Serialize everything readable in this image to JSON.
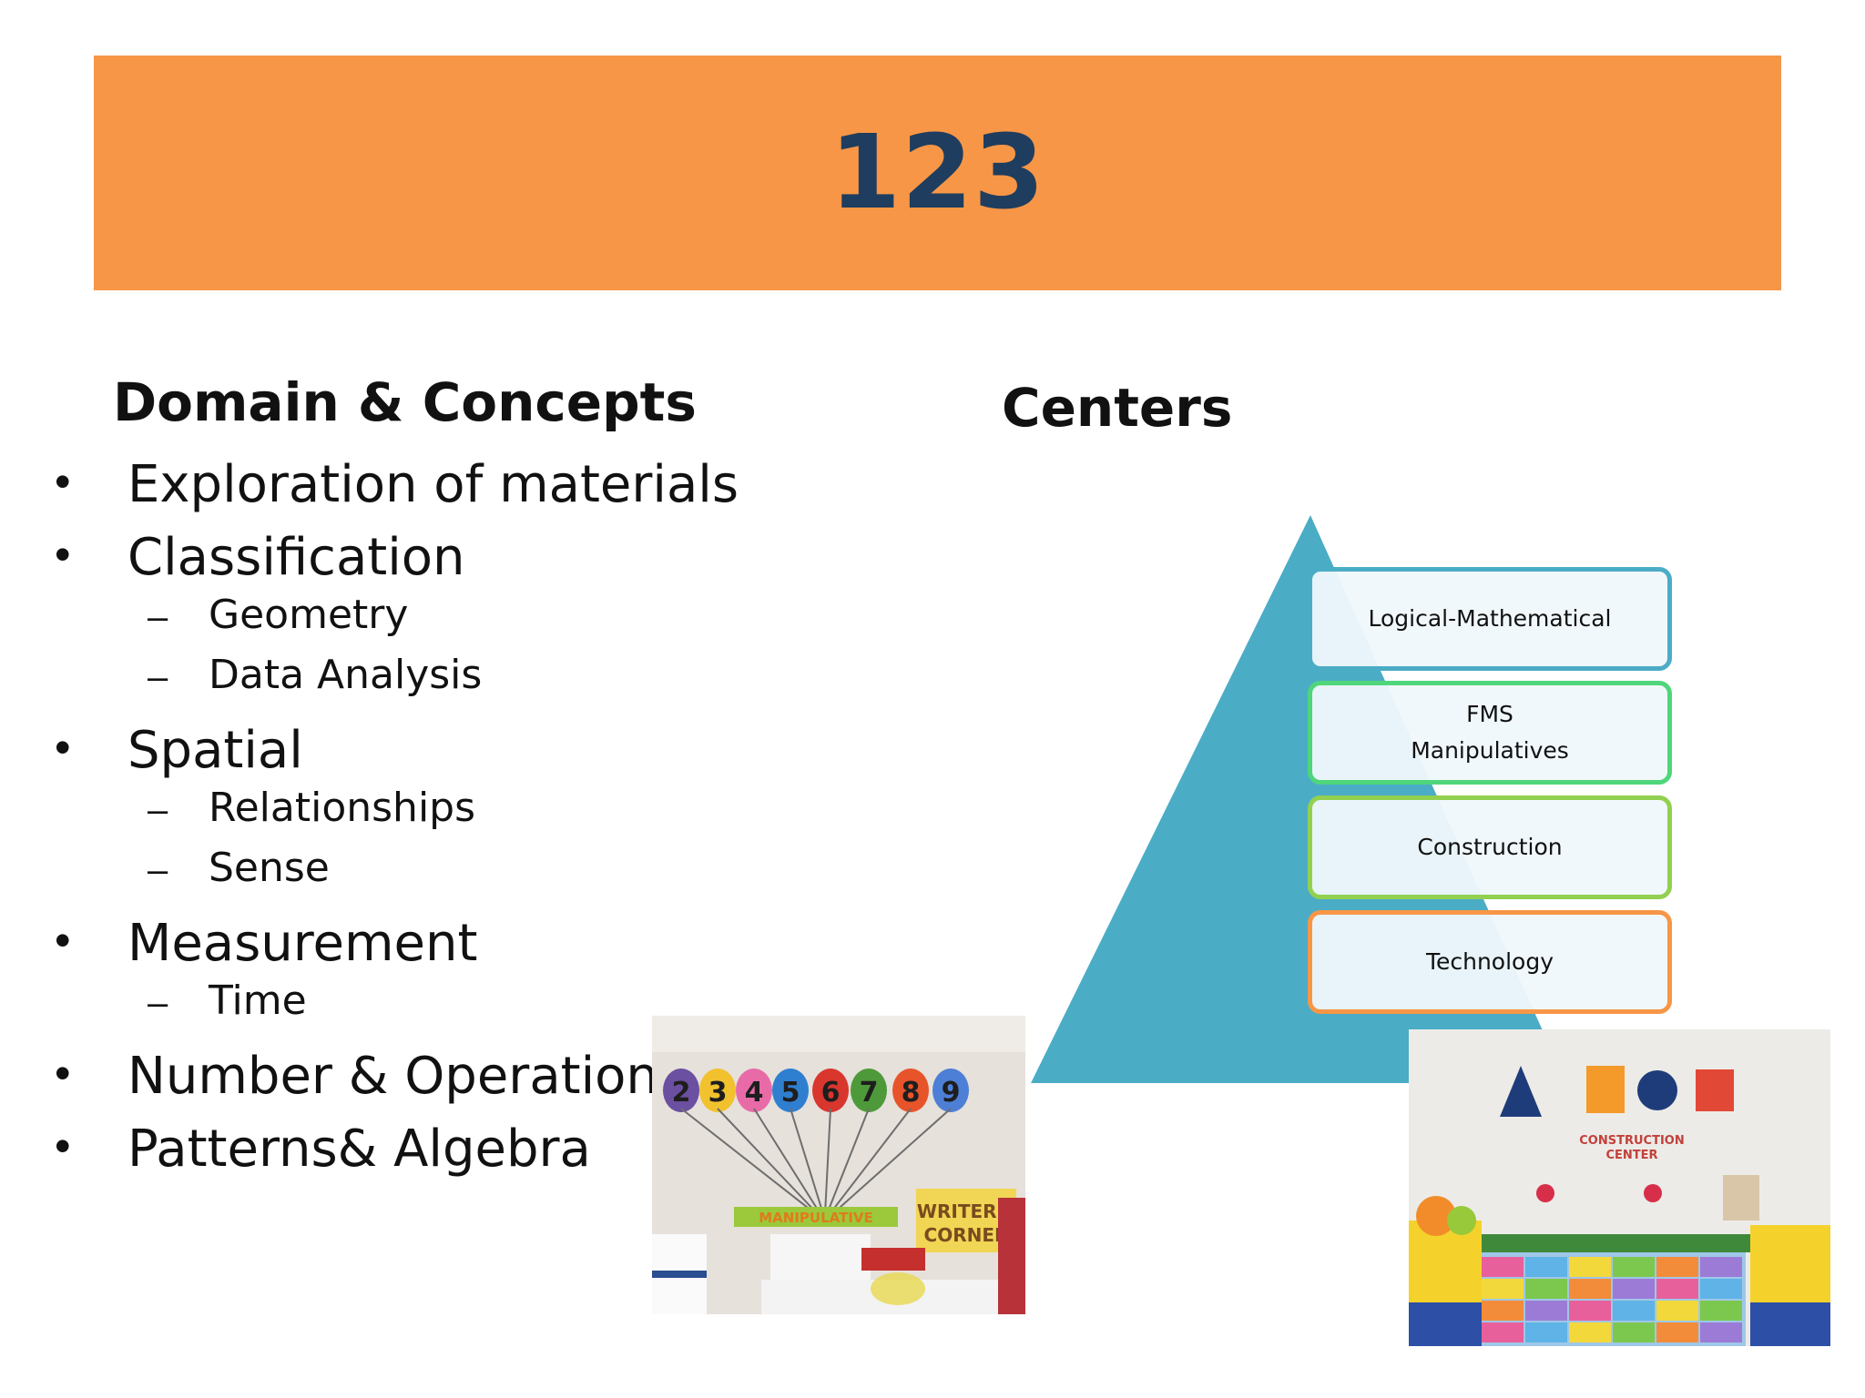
{
  "banner": {
    "title": "123",
    "color": "#F79646"
  },
  "left_heading": "Domain & Concepts",
  "right_heading": "Centers",
  "outline": [
    {
      "level": 1,
      "text": "Exploration of materials"
    },
    {
      "level": 1,
      "text": "Classification"
    },
    {
      "level": 2,
      "text": "Geometry"
    },
    {
      "level": 2,
      "text": "Data Analysis"
    },
    {
      "level": 1,
      "text": "Spatial"
    },
    {
      "level": 2,
      "text": "Relationships"
    },
    {
      "level": 2,
      "text": "Sense"
    },
    {
      "level": 1,
      "text": "Measurement"
    },
    {
      "level": 2,
      "text": "Time"
    },
    {
      "level": 1,
      "text": "Number & Operations"
    },
    {
      "level": 1,
      "text": "Patterns& Algebra"
    }
  ],
  "bullet_symbol": "•",
  "dash_symbol": "–",
  "centers": [
    {
      "lines": [
        "Logical-Mathematical"
      ],
      "border_color": "#4BACC6"
    },
    {
      "lines": [
        "FMS",
        "Manipulatives"
      ],
      "border_color": "#4FD67A"
    },
    {
      "lines": [
        "Construction"
      ],
      "border_color": "#92D050"
    },
    {
      "lines": [
        "Technology"
      ],
      "border_color": "#F79646"
    }
  ],
  "pyramid_color": "#4BACC6",
  "photos": {
    "left_caption_sign": "WRITER'S CORNER",
    "left_banner_sign": "MANIPULATIVE",
    "left_numbers": [
      "2",
      "3",
      "4",
      "5",
      "6",
      "7",
      "8",
      "9"
    ],
    "right_sign_line1": "CONSTRUCTION",
    "right_sign_line2": "CENTER"
  }
}
